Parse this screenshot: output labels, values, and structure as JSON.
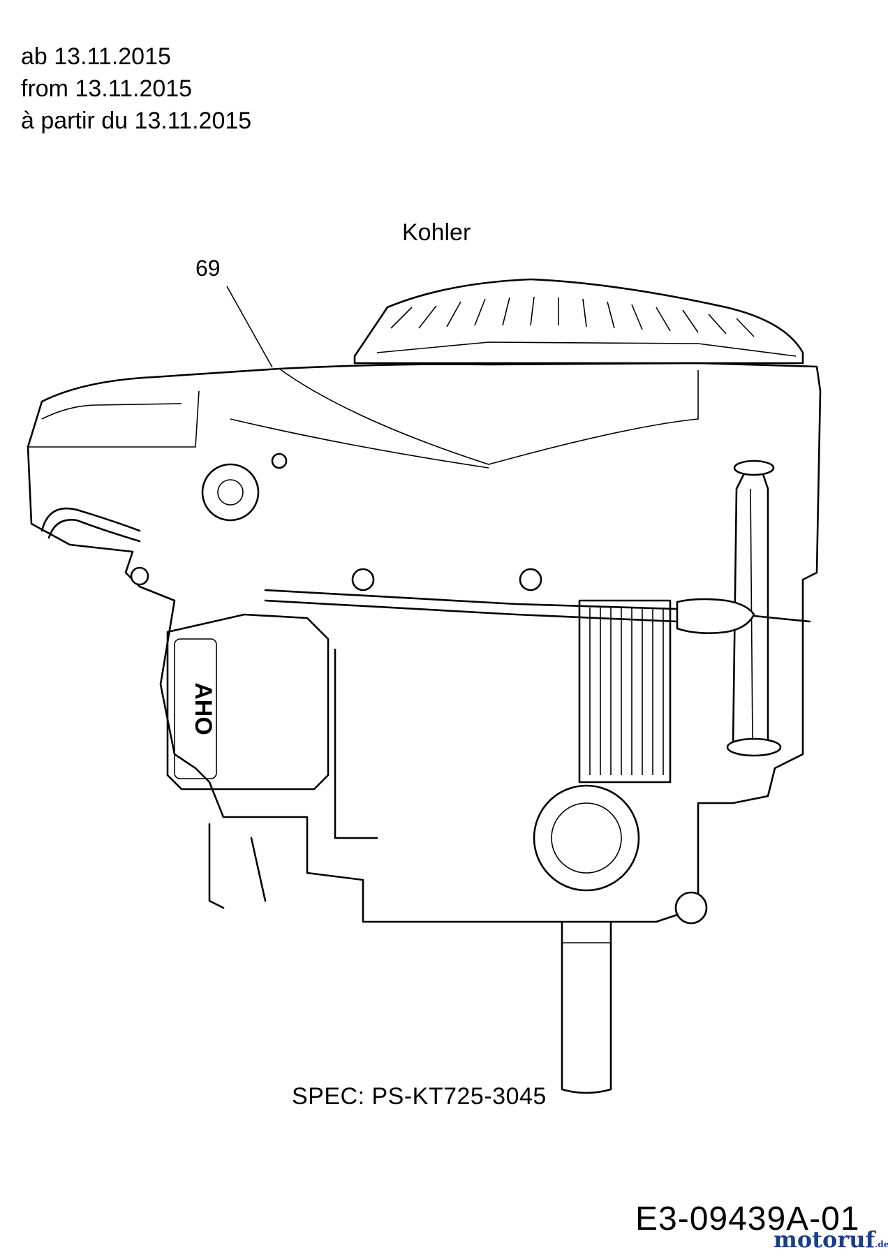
{
  "header": {
    "date_de": "ab 13.11.2015",
    "date_en": "from 13.11.2015",
    "date_fr": "à partir du 13.11.2015"
  },
  "manufacturer": "Kohler",
  "callout": "69",
  "engine_badge": "AHO",
  "spec": "SPEC: PS-KT725-3045",
  "drawing_id": "E3-09439A-01",
  "watermark": {
    "main": "motoruf",
    "suffix": ".de"
  }
}
